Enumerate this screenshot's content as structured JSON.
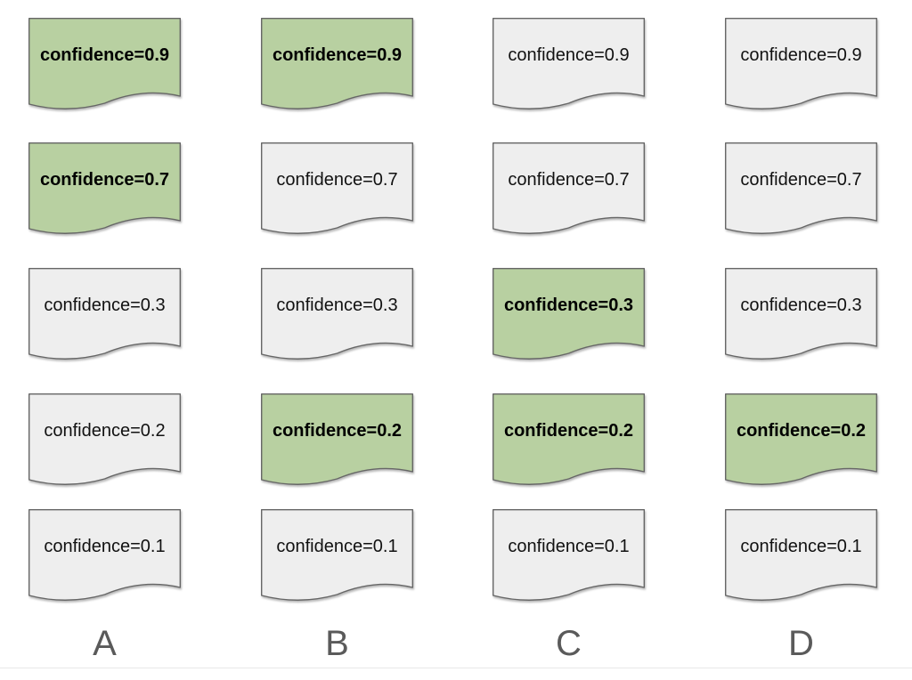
{
  "page": {
    "background": "#ffffff",
    "bottom_divider_color": "#e8e8e8"
  },
  "colors": {
    "highlight_fill": "#b8d0a1",
    "default_fill": "#eeeeee",
    "stroke": "#666666",
    "card_text": "#111111",
    "column_label": "#5a5a5a"
  },
  "columns": [
    {
      "label": "A",
      "cards": [
        {
          "text": "confidence=0.9",
          "highlighted": true
        },
        {
          "text": "confidence=0.7",
          "highlighted": true
        },
        {
          "text": "confidence=0.3",
          "highlighted": false
        },
        {
          "text": "confidence=0.2",
          "highlighted": false
        },
        {
          "text": "confidence=0.1",
          "highlighted": false
        }
      ]
    },
    {
      "label": "B",
      "cards": [
        {
          "text": "confidence=0.9",
          "highlighted": true
        },
        {
          "text": "confidence=0.7",
          "highlighted": false
        },
        {
          "text": "confidence=0.3",
          "highlighted": false
        },
        {
          "text": "confidence=0.2",
          "highlighted": true
        },
        {
          "text": "confidence=0.1",
          "highlighted": false
        }
      ]
    },
    {
      "label": "C",
      "cards": [
        {
          "text": "confidence=0.9",
          "highlighted": false
        },
        {
          "text": "confidence=0.7",
          "highlighted": false
        },
        {
          "text": "confidence=0.3",
          "highlighted": true
        },
        {
          "text": "confidence=0.2",
          "highlighted": true
        },
        {
          "text": "confidence=0.1",
          "highlighted": false
        }
      ]
    },
    {
      "label": "D",
      "cards": [
        {
          "text": "confidence=0.9",
          "highlighted": false
        },
        {
          "text": "confidence=0.7",
          "highlighted": false
        },
        {
          "text": "confidence=0.3",
          "highlighted": false
        },
        {
          "text": "confidence=0.2",
          "highlighted": true
        },
        {
          "text": "confidence=0.1",
          "highlighted": false
        }
      ]
    }
  ]
}
